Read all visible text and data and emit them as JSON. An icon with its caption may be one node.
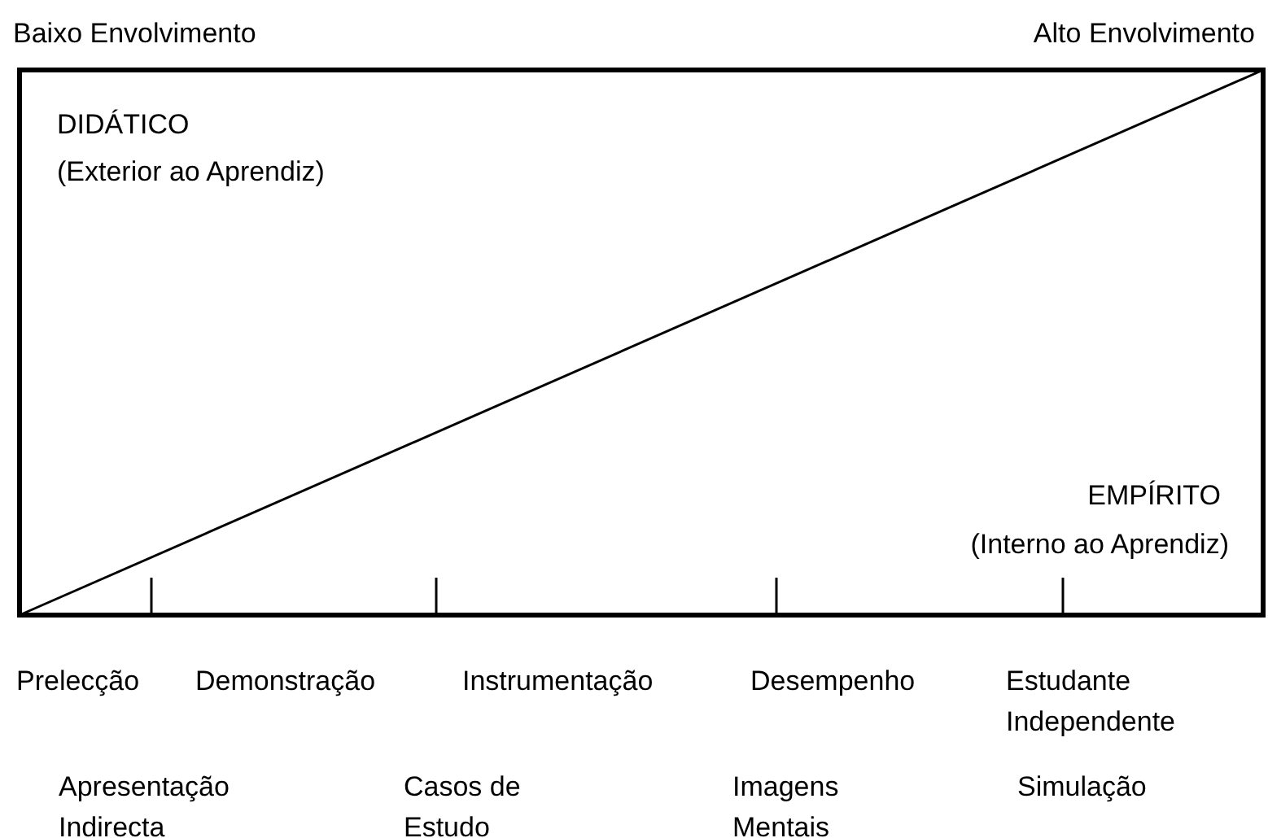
{
  "diagram": {
    "labels": [
      "Baixo Envolvimento",
      "Alto Envolvimento",
      "DIDÁTICO",
      "(Exterior ao Aprendiz)",
      "EMPÍRITO",
      "(Interno ao Aprendiz)",
      "Prelecção",
      "Demonstração",
      "Instrumentação",
      "Desempenho",
      "Estudante Independente",
      "Apresentação Indirecta",
      "Casos de Estudo",
      "Imagens Mentais",
      "Simulação"
    ]
  }
}
